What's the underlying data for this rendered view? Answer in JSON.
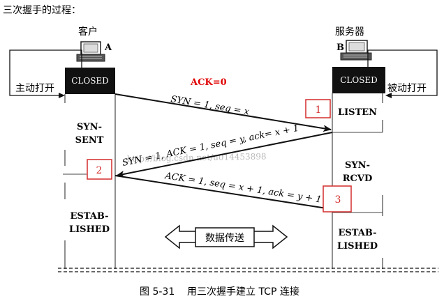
{
  "header": {
    "text": "三次握手的过程："
  },
  "client": {
    "label": "客户",
    "host_tag": "A",
    "state_box": "CLOSED",
    "open_label": "主动打开"
  },
  "server": {
    "label": "服务器",
    "host_tag": "B",
    "state_box": "CLOSED",
    "open_label": "被动打开"
  },
  "annotation": {
    "ack0": "ACK=0"
  },
  "client_states": {
    "syn_sent_1": "SYN-",
    "syn_sent_2": "SENT",
    "estab_1": "ESTAB-",
    "estab_2": "LISHED"
  },
  "server_states": {
    "listen": "LISTEN",
    "syn_rcvd_1": "SYN-",
    "syn_rcvd_2": "RCVD",
    "estab_1": "ESTAB-",
    "estab_2": "LISHED"
  },
  "messages": [
    {
      "label": "SYN = 1, seq = x"
    },
    {
      "label": "SYN = 1, ACK = 1, seq = y, ack= x + 1"
    },
    {
      "label": "ACK = 1, seq = x + 1, ack = y + 1"
    }
  ],
  "steps": [
    "1",
    "2",
    "3"
  ],
  "data_transfer": {
    "label": "数据传送"
  },
  "watermark": "http://blog.csdn.net/u014453898",
  "caption": {
    "fig_no": "图 5-31",
    "text": "用三次握手建立 TCP 连接"
  },
  "colors": {
    "step_box": "#d42c2c",
    "ack_red": "#e00000",
    "line": "#111111"
  }
}
